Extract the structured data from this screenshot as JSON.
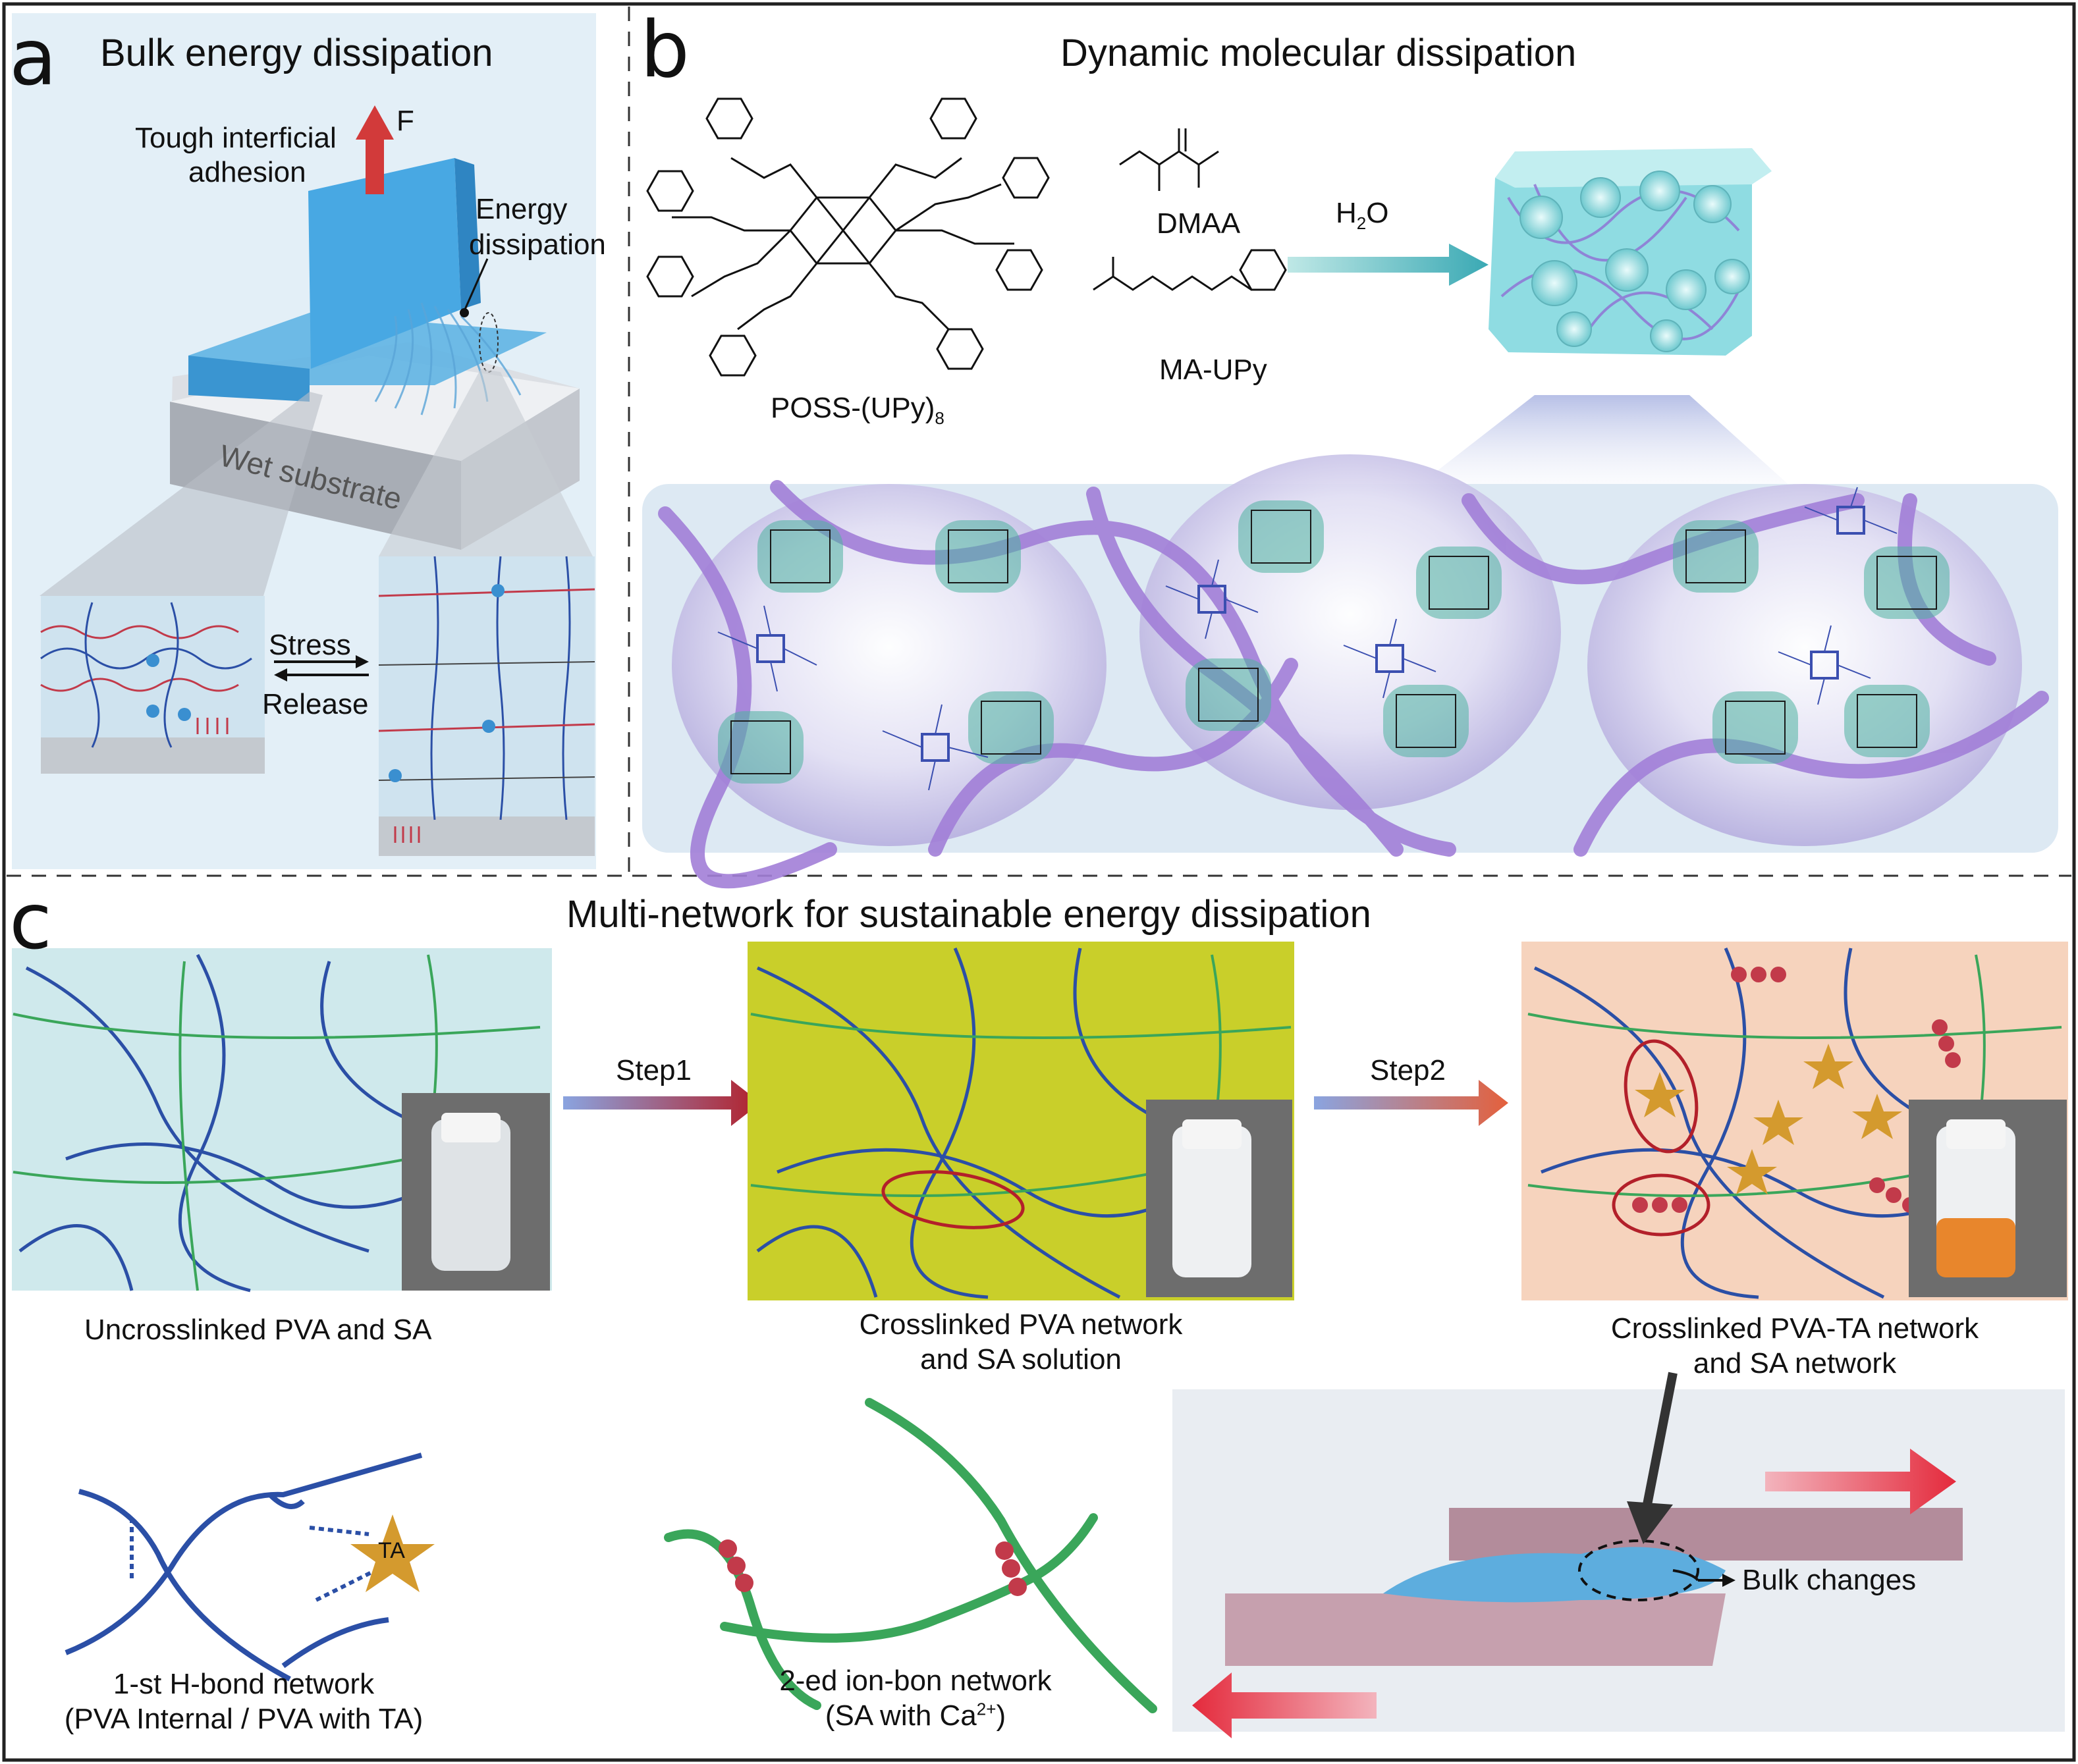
{
  "panel_a": {
    "letter": "a",
    "title": "Bulk energy dissipation",
    "force": "F",
    "tough_line1": "Tough interficial",
    "tough_line2": "adhesion",
    "energy_line1": "Energy",
    "energy_line2": "dissipation",
    "substrate": "Wet substrate",
    "stress": "Stress",
    "release": "Release"
  },
  "panel_b": {
    "letter": "b",
    "title": "Dynamic molecular dissipation",
    "poss": "POSS-(UPy)",
    "poss_sub": "8",
    "dmaa": "DMAA",
    "maupy": "MA-UPy",
    "water": "H",
    "water_sub": "2",
    "water_o": "O"
  },
  "panel_c": {
    "letter": "c",
    "title": "Multi-network for sustainable energy dissipation",
    "step1": "Step1",
    "step2": "Step2",
    "cap1": "Uncrosslinked PVA and SA",
    "cap2_line1": "Crosslinked PVA network",
    "cap2_line2": "and SA solution",
    "cap3_line1": "Crosslinked PVA-TA network",
    "cap3_line2": "and SA network",
    "net1_line1": "1-st H-bond network",
    "net1_line2": "(PVA Internal / PVA with TA)",
    "net2_line1": "2-ed ion-bon network",
    "net2_line2": "(SA with Ca",
    "net2_sup": "2+",
    "net2_close": ")",
    "ta": "TA",
    "bulk": "Bulk changes"
  },
  "colors": {
    "pva_blue": "#2b4fa6",
    "sa_green": "#3aa65a",
    "ta_gold": "#d49a2e",
    "ca_red": "#c23a4a",
    "hydrogel_cyan": "#7fd3dc",
    "network_purple": "#a58ad6",
    "panel2_bg": "#c9cf2a",
    "panel3_bg": "#f6d3bd",
    "panel1_bg": "#cfe9ec"
  }
}
